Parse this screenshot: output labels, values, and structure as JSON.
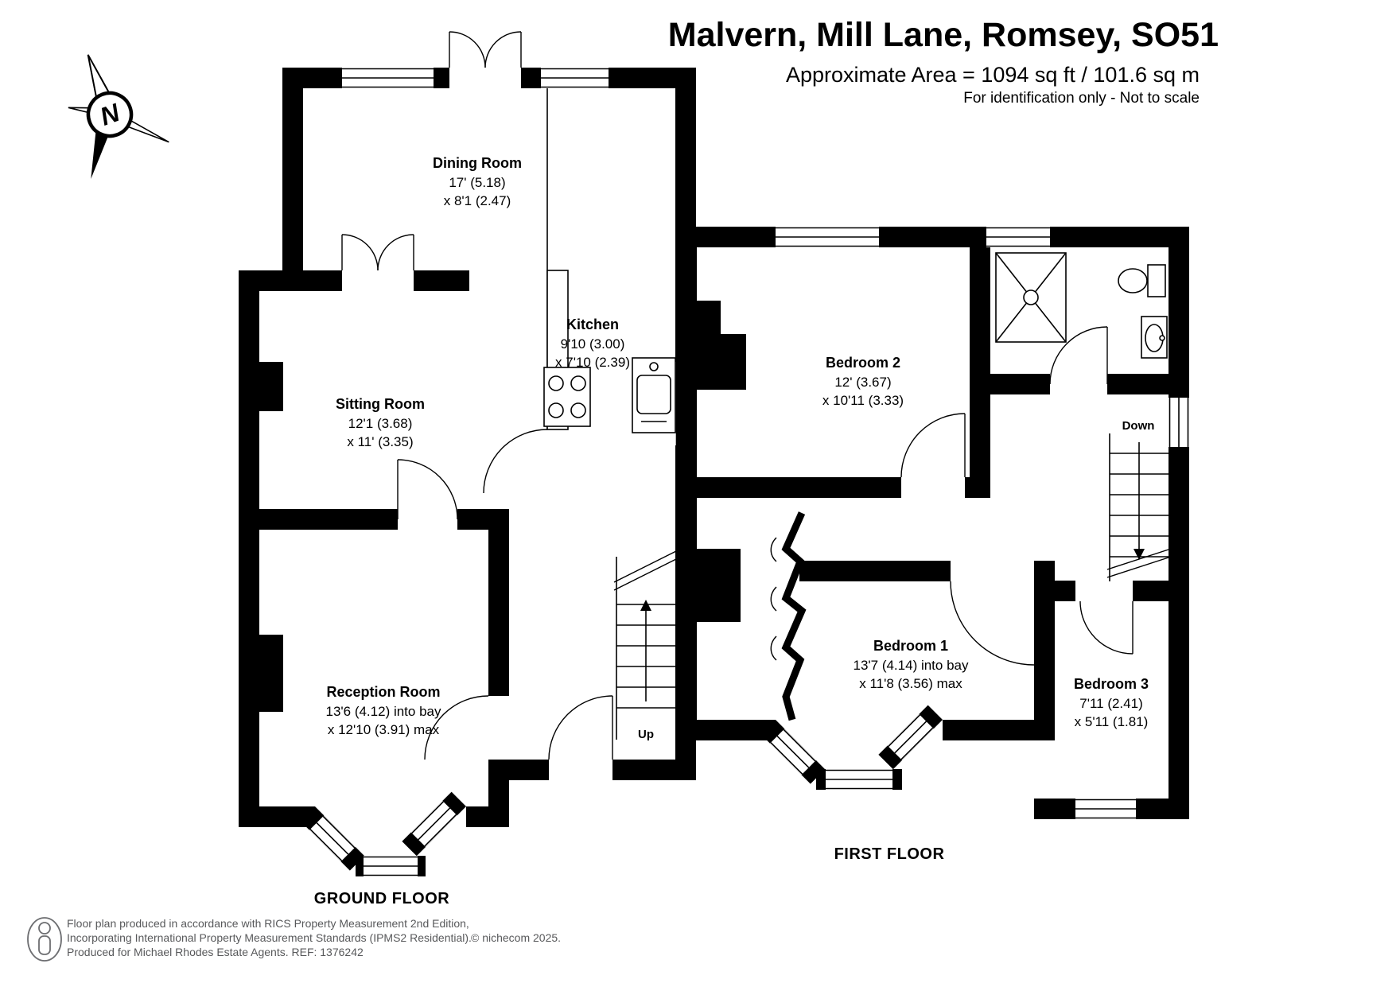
{
  "header": {
    "title": "Malvern, Mill Lane, Romsey, SO51",
    "area": "Approximate Area = 1094 sq ft / 101.6 sq m",
    "note": "For identification only - Not to scale"
  },
  "compass": {
    "north_label": "N"
  },
  "ground_floor": {
    "label": "GROUND FLOOR",
    "stairs_label": "Up",
    "rooms": [
      {
        "name": "Dining Room",
        "dim1": "17' (5.18)",
        "dim2": "x 8'1 (2.47)"
      },
      {
        "name": "Kitchen",
        "dim1": "9'10 (3.00)",
        "dim2": "x 7'10 (2.39)"
      },
      {
        "name": "Sitting Room",
        "dim1": "12'1 (3.68)",
        "dim2": "x 11' (3.35)"
      },
      {
        "name": "Reception Room",
        "dim1": "13'6 (4.12) into bay",
        "dim2": "x 12'10 (3.91) max"
      }
    ]
  },
  "first_floor": {
    "label": "FIRST FLOOR",
    "stairs_label": "Down",
    "rooms": [
      {
        "name": "Bedroom 2",
        "dim1": "12' (3.67)",
        "dim2": "x 10'11 (3.33)"
      },
      {
        "name": "Bedroom 1",
        "dim1": "13'7 (4.14) into bay",
        "dim2": "x 11'8 (3.56) max"
      },
      {
        "name": "Bedroom 3",
        "dim1": "7'11 (2.41)",
        "dim2": "x 5'11 (1.81)"
      }
    ]
  },
  "footer": {
    "line1": "Floor plan produced in accordance with RICS Property Measurement 2nd Edition,",
    "line2": "Incorporating International Property Measurement Standards (IPMS2 Residential).",
    "copyright": "© nichecom 2025.",
    "line3": "Produced for Michael Rhodes Estate Agents.   REF: 1376242"
  }
}
